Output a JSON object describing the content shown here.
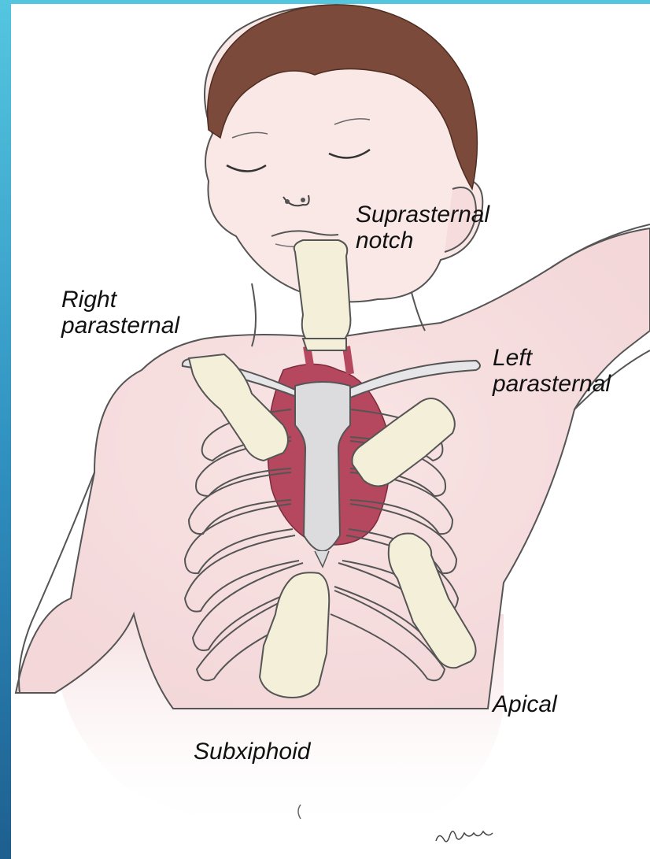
{
  "labels": {
    "suprasternal": [
      "Suprasternal",
      "notch"
    ],
    "right_parasternal": [
      "Right",
      "parasternal"
    ],
    "left_parasternal": [
      "Left",
      "parasternal"
    ],
    "apical": "Apical",
    "subxiphoid": "Subxiphoid"
  },
  "signature": "Flynn",
  "colors": {
    "frame_accent": "#54c6e0",
    "skin": "#f7e6e6",
    "hair": "#7b4a3a",
    "heart": "#b5475e",
    "probe": "#f3efd8",
    "sternum": "#dcdcdf"
  }
}
